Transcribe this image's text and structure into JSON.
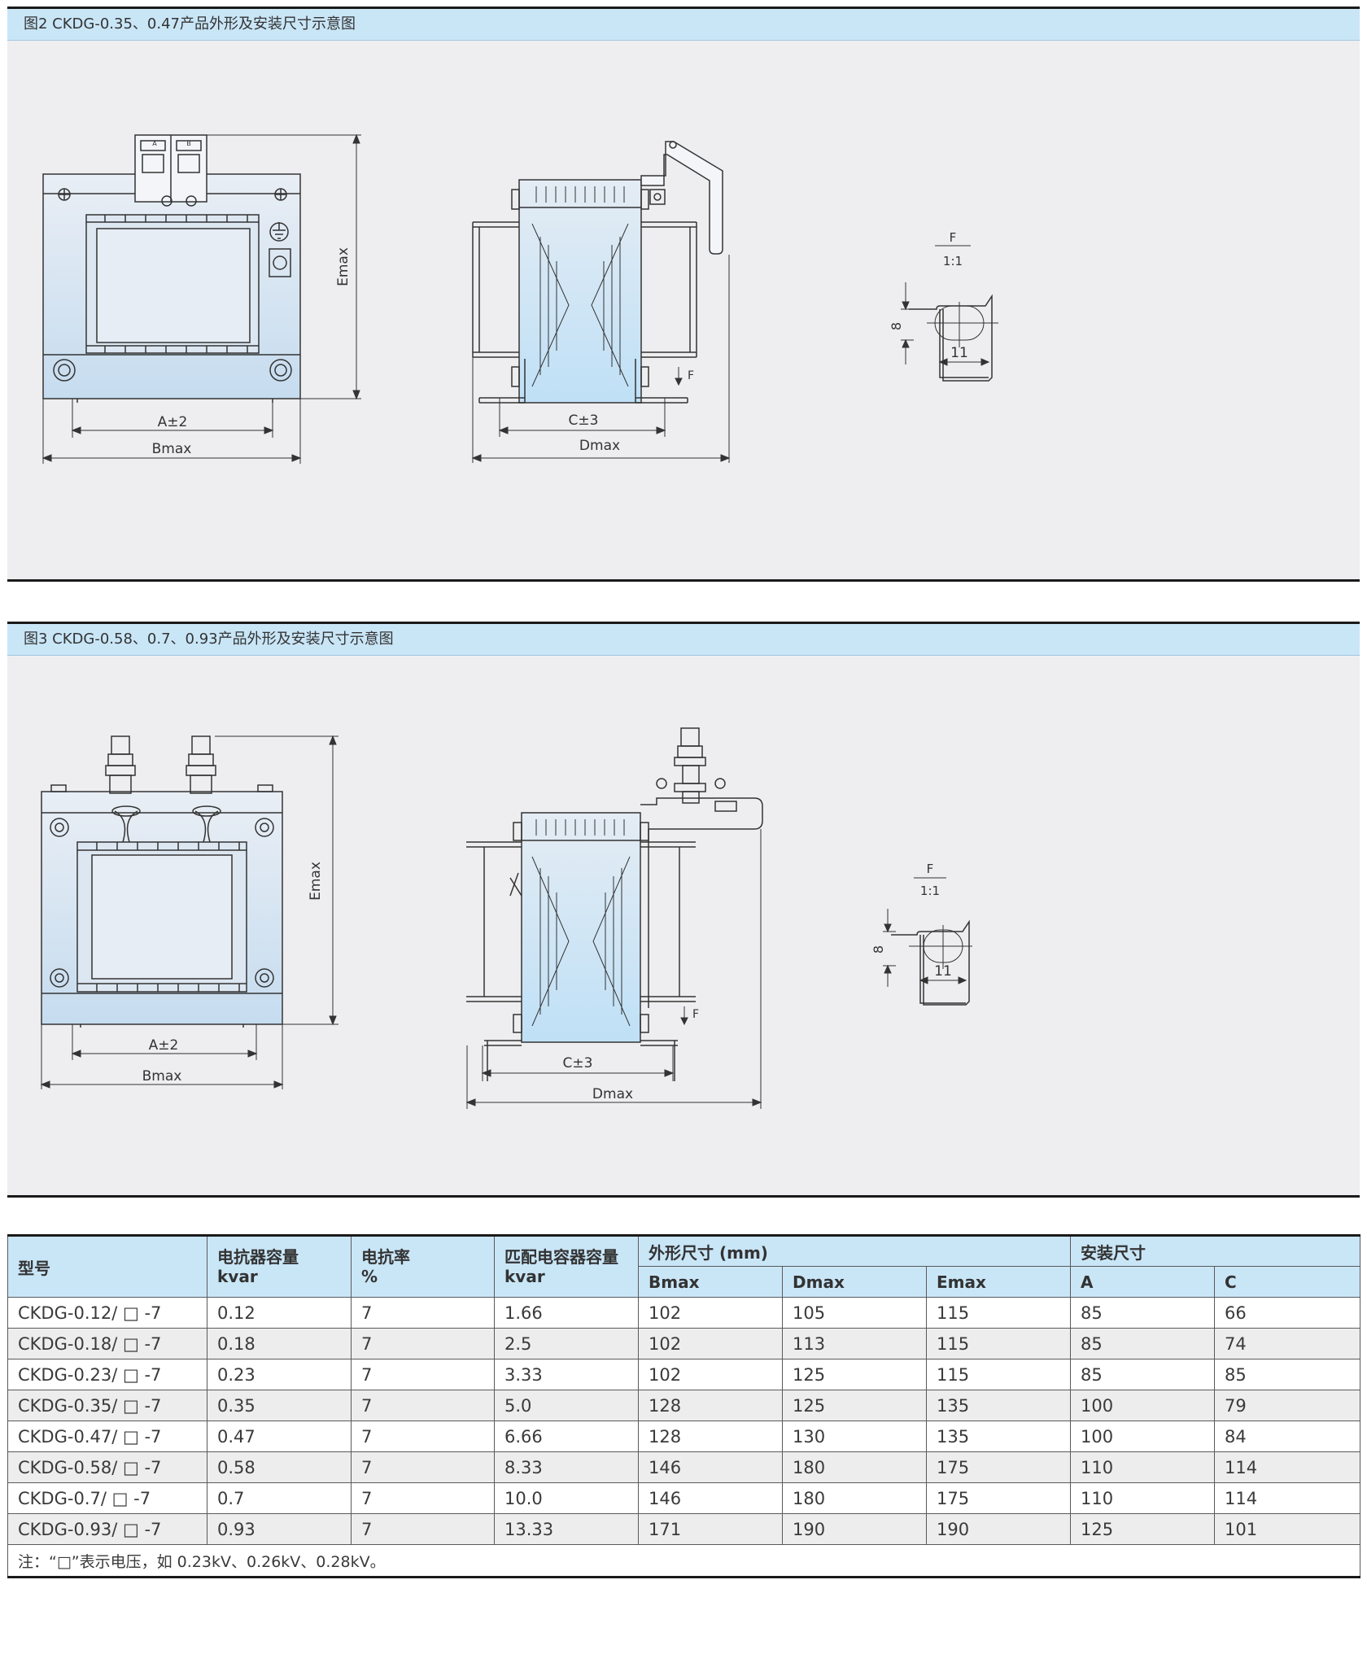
{
  "figure2": {
    "title": "图2 CKDG-0.35、0.47产品外形及安装尺寸示意图",
    "labels": {
      "a": "A±2",
      "b": "Bmax",
      "c": "C±3",
      "d": "Dmax",
      "e": "Emax",
      "f": "F",
      "scale": "1:1",
      "slot_h": "8",
      "slot_w": "11",
      "term_a": "A",
      "term_b": "B"
    }
  },
  "figure3": {
    "title": "图3 CKDG-0.58、0.7、0.93产品外形及安装尺寸示意图",
    "labels": {
      "a": "A±2",
      "b": "Bmax",
      "c": "C±3",
      "d": "Dmax",
      "e": "Emax",
      "f": "F",
      "scale": "1:1",
      "slot_h": "8",
      "slot_w": "11"
    }
  },
  "table": {
    "headers": {
      "model": "型号",
      "reactor_cap": "电抗器容量",
      "reactor_cap_unit": "kvar",
      "reactance_rate": "电抗率",
      "reactance_rate_unit": "%",
      "cap_match": "匹配电容器容量",
      "cap_match_unit": "kvar",
      "outline": "外形尺寸 (mm)",
      "mount": "安装尺寸",
      "bmax": "Bmax",
      "dmax": "Dmax",
      "emax": "Emax",
      "a": "A",
      "c": "C"
    },
    "rows": [
      [
        "CKDG-0.12/ □ -7",
        "0.12",
        "7",
        "1.66",
        "102",
        "105",
        "115",
        "85",
        "66"
      ],
      [
        "CKDG-0.18/ □ -7",
        "0.18",
        "7",
        "2.5",
        "102",
        "113",
        "115",
        "85",
        "74"
      ],
      [
        "CKDG-0.23/ □ -7",
        "0.23",
        "7",
        "3.33",
        "102",
        "125",
        "115",
        "85",
        "85"
      ],
      [
        "CKDG-0.35/ □ -7",
        "0.35",
        "7",
        "5.0",
        "128",
        "125",
        "135",
        "100",
        "79"
      ],
      [
        "CKDG-0.47/ □ -7",
        "0.47",
        "7",
        "6.66",
        "128",
        "130",
        "135",
        "100",
        "84"
      ],
      [
        "CKDG-0.58/ □ -7",
        "0.58",
        "7",
        "8.33",
        "146",
        "180",
        "175",
        "110",
        "114"
      ],
      [
        "CKDG-0.7/ □ -7",
        "0.7",
        "7",
        "10.0",
        "146",
        "180",
        "175",
        "110",
        "114"
      ],
      [
        "CKDG-0.93/ □ -7",
        "0.93",
        "7",
        "13.33",
        "171",
        "190",
        "190",
        "125",
        "101"
      ]
    ],
    "note": "注：“□”表示电压，如 0.23kV、0.26kV、0.28kV。"
  },
  "colors": {
    "header_bg": "#c9e6f7",
    "panel_bg": "#eeeef0",
    "part_fill": "#dde8f3",
    "coil_fill": "#cfe6f6",
    "stripe": "#ededed"
  }
}
